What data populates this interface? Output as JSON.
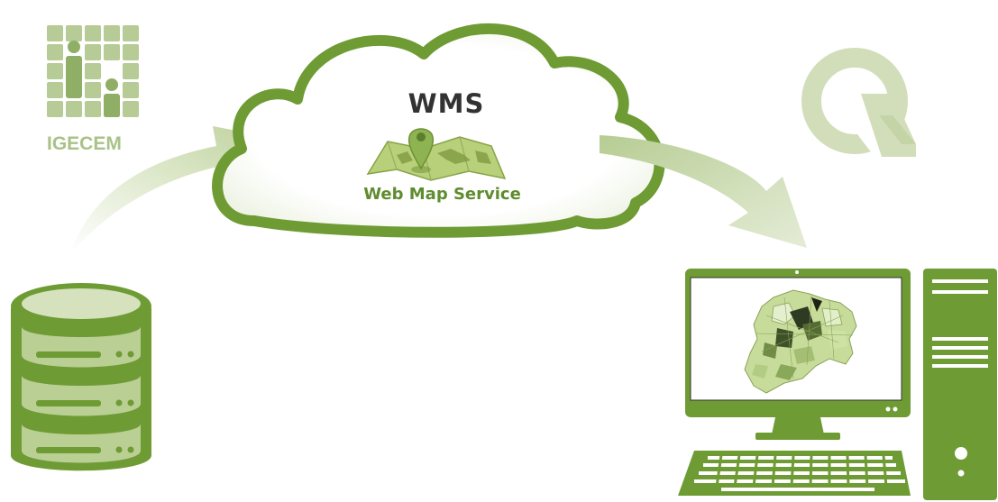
{
  "logos": {
    "igecem": {
      "label": "IGECEM"
    },
    "qgis": {
      "icon": "qgis-logo-icon"
    }
  },
  "cloud": {
    "title": "WMS",
    "subtitle": "Web Map Service",
    "icon": "map-pin-icon"
  },
  "colors": {
    "primary": "#6e9b34",
    "light": "#b6cc92",
    "pale": "#dfe9cc",
    "title_dark": "#333333",
    "subtitle_green": "#5e8c2e"
  },
  "nodes": {
    "database": {
      "icon": "database-icon"
    },
    "computer": {
      "icon": "desktop-computer-icon"
    }
  }
}
